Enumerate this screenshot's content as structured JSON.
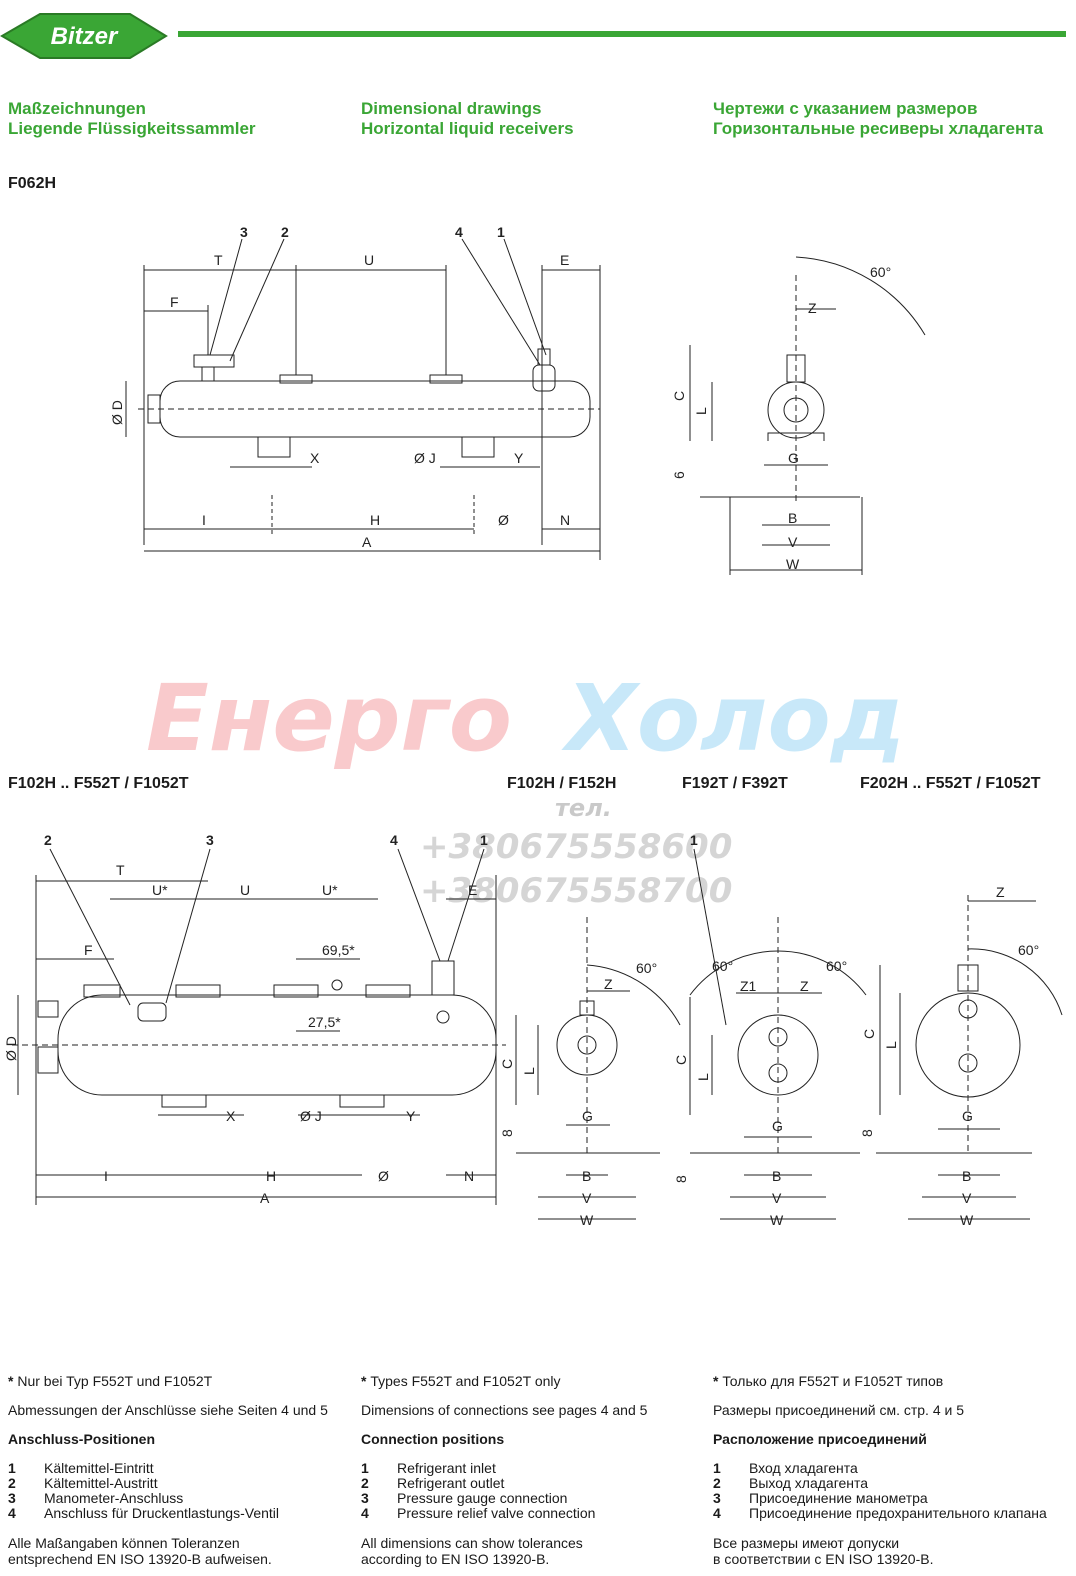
{
  "brand": {
    "logo_text": "Bitzer",
    "accent_color": "#3aa635"
  },
  "headings": {
    "de": [
      "Maßzeichnungen",
      "Liegende Flüssigkeitssammler"
    ],
    "en": [
      "Dimensional drawings",
      "Horizontal liquid receivers"
    ],
    "ru": [
      "Чертежи с указанием размеров",
      "Горизонтальные ресиверы хладагента"
    ]
  },
  "models": {
    "top": "F062H",
    "bottom_left": "F102H .. F552T / F1052T",
    "bottom_b": "F102H / F152H",
    "bottom_c": "F192T / F392T",
    "bottom_d": "F202H .. F552T / F1052T"
  },
  "watermark": {
    "part1": "Енерго",
    "part2": "Холод",
    "tel_label": "тел.",
    "phone1": "+380675558600",
    "phone2": "+380675558700",
    "color1": "#e8303a",
    "color2": "#2aa8e8"
  },
  "drawing_top": {
    "callouts": [
      "3",
      "2",
      "4",
      "1"
    ],
    "dims": {
      "T": "T",
      "U": "U",
      "E": "E",
      "F": "F",
      "D": "Ø D",
      "X": "X",
      "J": "Ø J",
      "Y": "Y",
      "I": "I",
      "H": "H",
      "O": "Ø",
      "N": "N",
      "A": "A"
    },
    "side": {
      "angle": "60°",
      "Z": "Z",
      "C": "C",
      "L": "L",
      "G": "G",
      "six": "6",
      "B": "B",
      "V": "V",
      "W": "W"
    }
  },
  "drawing_bottom": {
    "callouts": [
      "2",
      "3",
      "4",
      "1",
      "1"
    ],
    "dims": {
      "T": "T",
      "Us": "U*",
      "U": "U",
      "Us2": "U*",
      "E": "E",
      "F": "F",
      "d695": "69,5*",
      "d275": "27,5*",
      "D": "Ø D",
      "X": "X",
      "J": "Ø J",
      "Y": "Y",
      "I": "I",
      "H": "H",
      "O": "Ø",
      "N": "N",
      "A": "A"
    },
    "side_b": {
      "angle": "60°",
      "Z": "Z",
      "C": "C",
      "L": "L",
      "G": "G",
      "eight": "8",
      "B": "B",
      "V": "V",
      "W": "W"
    },
    "side_c": {
      "angle1": "60°",
      "angle2": "60°",
      "Z1": "Z1",
      "Z": "Z",
      "C": "C",
      "L": "L",
      "G": "G",
      "eight": "8",
      "B": "B",
      "V": "V",
      "W": "W"
    },
    "side_d": {
      "Z": "Z",
      "angle": "60°",
      "C": "C",
      "L": "L",
      "G": "G",
      "eight": "8",
      "B": "B",
      "V": "V",
      "W": "W"
    }
  },
  "footnotes": {
    "de": {
      "star": "Nur bei Typ F552T und F1052T",
      "dims": "Abmessungen der Anschlüsse siehe Seiten 4 und 5",
      "title": "Anschluss-Positionen",
      "items": [
        {
          "n": "1",
          "t": "Kältemittel-Eintritt"
        },
        {
          "n": "2",
          "t": "Kältemittel-Austritt"
        },
        {
          "n": "3",
          "t": "Manometer-Anschluss"
        },
        {
          "n": "4",
          "t": "Anschluss für Druckentlastungs-Ventil"
        }
      ],
      "tol1": "Alle Maßangaben können Toleranzen",
      "tol2": "entsprechend EN ISO 13920-B aufweisen."
    },
    "en": {
      "star": "Types F552T and F1052T only",
      "dims": "Dimensions of connections see pages 4 and 5",
      "title": "Connection positions",
      "items": [
        {
          "n": "1",
          "t": "Refrigerant inlet"
        },
        {
          "n": "2",
          "t": "Refrigerant outlet"
        },
        {
          "n": "3",
          "t": "Pressure gauge connection"
        },
        {
          "n": "4",
          "t": "Pressure relief valve connection"
        }
      ],
      "tol1": "All dimensions can show tolerances",
      "tol2": "according to EN ISO 13920-B."
    },
    "ru": {
      "star": "Только для F552T и F1052T типов",
      "dims": "Размеры присоединений см. стр. 4 и 5",
      "title": "Расположение присоединений",
      "items": [
        {
          "n": "1",
          "t": "Вход хладагента"
        },
        {
          "n": "2",
          "t": "Выход хладагента"
        },
        {
          "n": "3",
          "t": "Присоединение манометра"
        },
        {
          "n": "4",
          "t": "Присоединение предохранительного клапана"
        }
      ],
      "tol1": "Все размеры имеют допуски",
      "tol2": "в соответствии с EN ISO 13920-B."
    }
  }
}
